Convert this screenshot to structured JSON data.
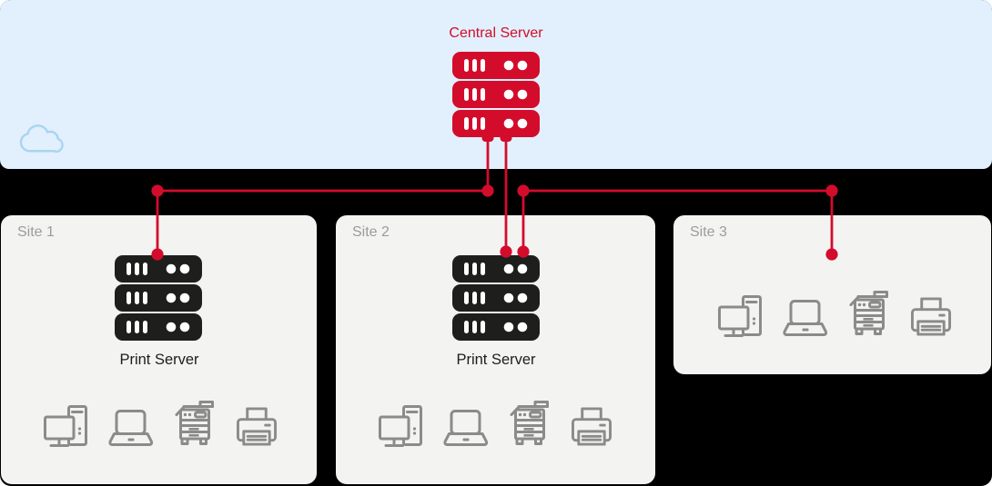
{
  "colors": {
    "canvas_background": "#000000",
    "cloud_zone_background": "#e1f0fc",
    "cloud_outline": "#a9d4f0",
    "accent_red": "#d30c2c",
    "server_black": "#1e1e1c",
    "site_panel_background": "#f3f3f2",
    "site_label_gray": "#9c9c9c",
    "device_icon_gray": "#8b8b8b"
  },
  "cloud_zone": {
    "title": "Central Server",
    "server_icon": "server-stack-red",
    "cloud_icon": "cloud-outline"
  },
  "sites": [
    {
      "label": "Site 1",
      "print_server_label": "Print Server",
      "print_server_icon": "server-stack-black",
      "devices": [
        "desktop-computer",
        "laptop",
        "multifunction-printer",
        "printer"
      ]
    },
    {
      "label": "Site 2",
      "print_server_label": "Print Server",
      "print_server_icon": "server-stack-black",
      "devices": [
        "desktop-computer",
        "laptop",
        "multifunction-printer",
        "printer"
      ]
    },
    {
      "label": "Site 3",
      "devices": [
        "desktop-computer",
        "laptop",
        "multifunction-printer",
        "printer"
      ]
    }
  ],
  "connections": [
    {
      "from": "central-server",
      "to": "site-1-print-server"
    },
    {
      "from": "central-server",
      "to": "site-2-print-server"
    },
    {
      "from": "site-2-print-server",
      "to": "site-3"
    }
  ]
}
